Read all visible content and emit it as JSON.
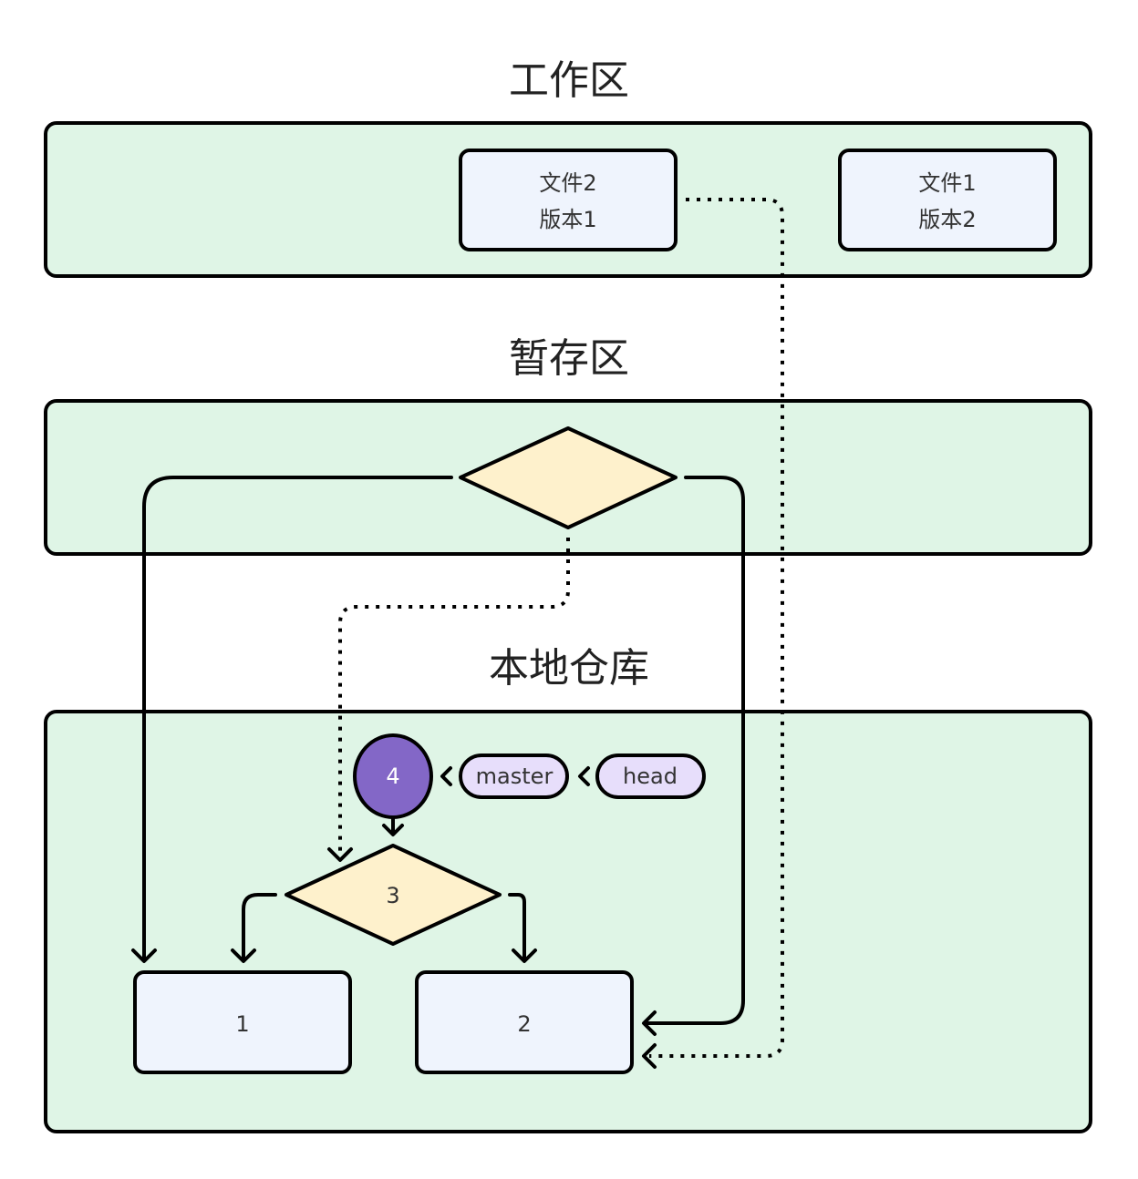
{
  "sections": {
    "workspace": {
      "title": "工作区"
    },
    "staging": {
      "title": "暂存区"
    },
    "local_repo": {
      "title": "本地仓库"
    }
  },
  "workspace_files": [
    {
      "line1": "文件2",
      "line2": "版本1"
    },
    {
      "line1": "文件1",
      "line2": "版本2"
    }
  ],
  "staging_node": {
    "label": ""
  },
  "repo": {
    "commit_4": "4",
    "commit_3": "3",
    "commit_1": "1",
    "commit_2": "2",
    "branch_master": "master",
    "ref_head": "head"
  },
  "colors": {
    "panel": "#dff5e6",
    "box": "#eff4fd",
    "diamond": "#fef1cc",
    "pill": "#e7defb",
    "commit_circle": "#8367c7"
  }
}
